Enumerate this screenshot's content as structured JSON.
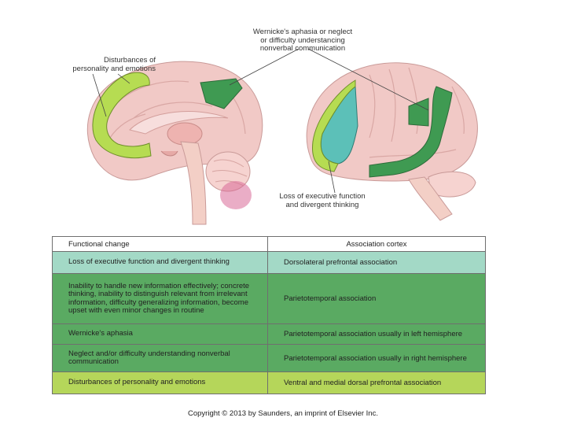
{
  "labels": {
    "wernicke_callout": [
      "Wernicke's aphasia or neglect",
      "or difficulty understancing",
      "nonverbal communication"
    ],
    "personality_callout": [
      "Disturbances of",
      "personality and emotions"
    ],
    "executive_callout": [
      "Loss of executive function",
      "and divergent thinking"
    ]
  },
  "table": {
    "headers": [
      "Functional change",
      "Association cortex"
    ],
    "rows": [
      {
        "change": "Loss of executive function and divergent thinking",
        "cortex": "Dorsolateral prefrontal association"
      },
      {
        "change": "Inability to handle new information effectively; concrete thinking, inability to distinguish relevant from irrelevant information, difficulty generalizing information, become upset with even minor changes in routine",
        "cortex": "Parietotemporal association"
      },
      {
        "change": "Wernicke's aphasia",
        "cortex": "Parietotemporal association usually in left hemisphere"
      },
      {
        "change": "Neglect and/or difficulty understanding nonverbal communication",
        "cortex": "Parietotemporal association usually in right hemisphere"
      },
      {
        "change": "Disturbances of personality and emotions",
        "cortex": "Ventral and medial dorsal prefrontal association"
      }
    ]
  },
  "copyright": "Copyright © 2013 by Saunders, an imprint of Elsevier Inc.",
  "colors": {
    "teal_row": "#a3d9c6",
    "green_rows": "#5aaa62",
    "lime_row": "#b5d65a",
    "dark_green_region": "#3f9a52",
    "lime_region": "#b6dc52",
    "teal_region": "#5cc0b8",
    "brain_pink": "#f1c9c6"
  }
}
